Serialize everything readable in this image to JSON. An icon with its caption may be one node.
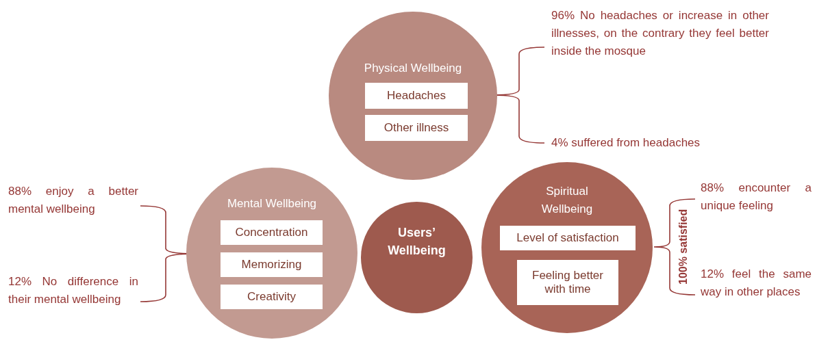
{
  "diagram": {
    "nodes": [
      {
        "text": [
          "Physical Wellbeing"
        ]
      },
      {
        "text": [
          "Headaches"
        ],
        "in": 0
      },
      {
        "text": [
          "Other illness"
        ],
        "in": 0
      },
      {
        "text": [
          "Mental Wellbeing"
        ]
      },
      {
        "text": [
          "Concentration"
        ],
        "in": 3
      },
      {
        "text": [
          "Memorizing"
        ],
        "in": 3
      },
      {
        "text": [
          "Creativity"
        ],
        "in": 3
      },
      {
        "text": [
          "Users’ Wellbeing"
        ]
      },
      {
        "text": [
          "Spiritual Wellbeing"
        ]
      },
      {
        "text": [
          "Level of satisfaction"
        ],
        "in": 8
      },
      {
        "text": [
          "Feeling better with time"
        ],
        "in": 8
      }
    ],
    "edges": [],
    "labels": [
      "96% No headaches or increase in other illnesses, on the contrary they feel better inside the mosque",
      "4% suffered from headaches",
      "88% enjoy a better mental wellbeing",
      "88% encounter a unique feeling",
      "100% satisfied",
      "12% No difference in their mental wellbeing",
      "12% feel the same way in other places"
    ]
  }
}
